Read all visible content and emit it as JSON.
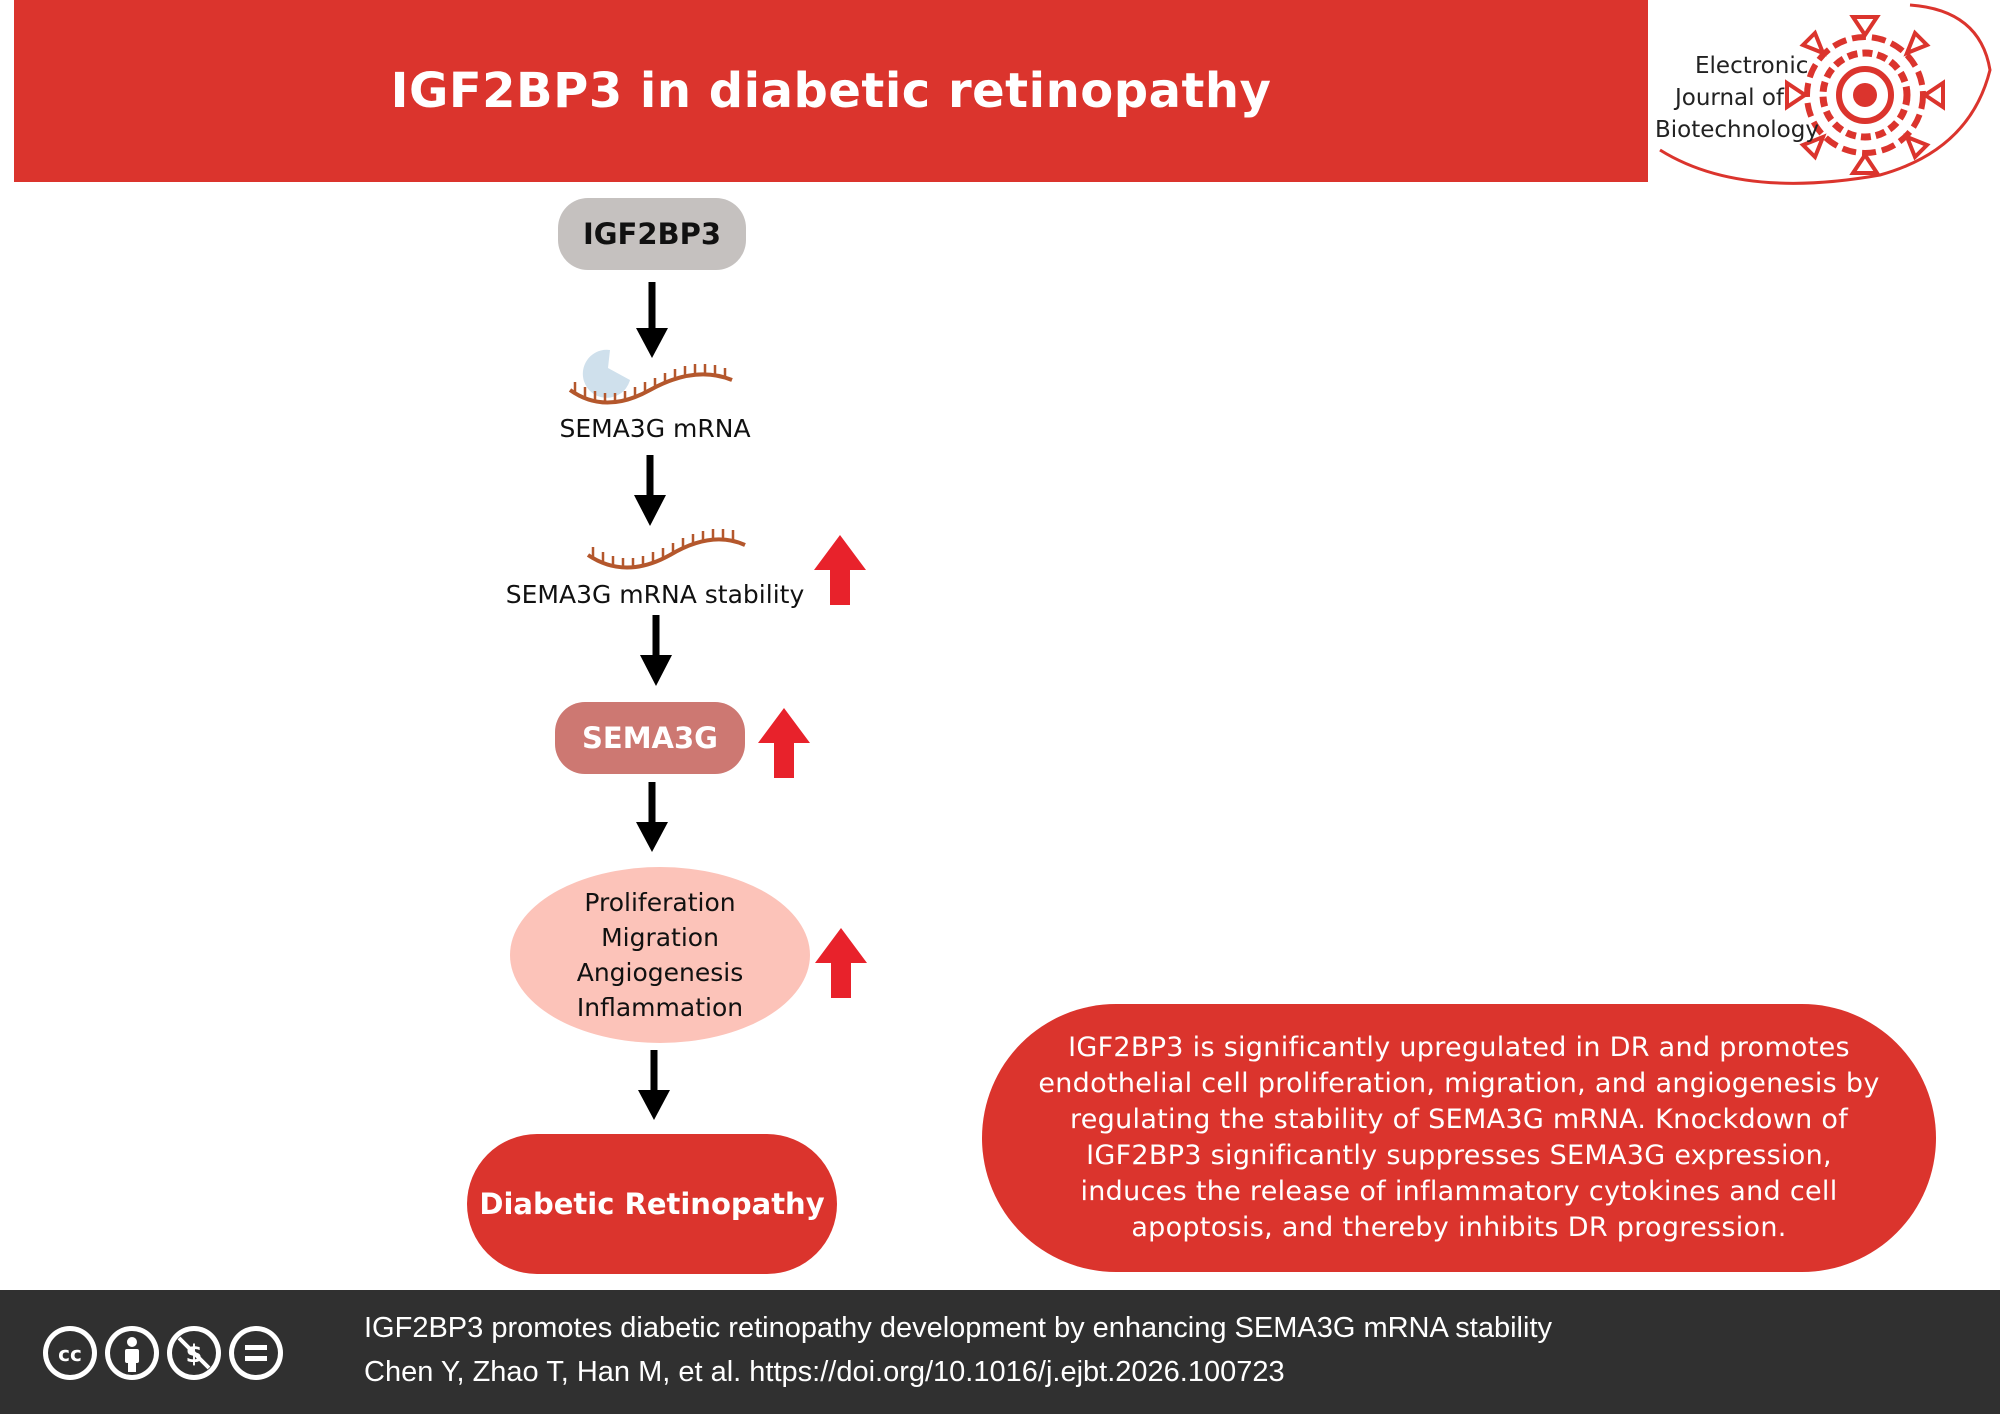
{
  "header": {
    "title": "IGF2BP3 in diabetic retinopathy",
    "logo": {
      "line1": "Electronic",
      "line2": "Journal of",
      "line3": "Biotechnology"
    }
  },
  "flow": {
    "igf2bp3": "IGF2BP3",
    "mrna_label": "SEMA3G mRNA",
    "stability_label": "SEMA3G mRNA stability",
    "sema3g": "SEMA3G",
    "effects": [
      "Proliferation",
      "Migration",
      "Angiogenesis",
      "Inflammation"
    ],
    "outcome": "Diabetic Retinopathy"
  },
  "summary": "IGF2BP3 is significantly upregulated in DR and promotes endothelial cell proliferation, migration, and angiogenesis by regulating the stability of SEMA3G mRNA. Knockdown of IGF2BP3 significantly suppresses SEMA3G expression, induces the release of inflammatory cytokines and cell apoptosis, and thereby inhibits DR progression.",
  "footer": {
    "citation_title": "IGF2BP3 promotes diabetic retinopathy development by enhancing SEMA3G mRNA stability",
    "citation_authors": "Chen Y, Zhao T, Han M, et al. https://doi.org/10.1016/j.ejbt.2026.100723",
    "license_icons": [
      "cc-icon",
      "by-icon",
      "nc-icon",
      "nd-icon"
    ]
  },
  "colors": {
    "brand_red": "#db342d",
    "igf2bp3_box": "#c5c1bf",
    "sema3g_box": "#cd7872",
    "effects_box": "#fcc3b9",
    "up_arrow": "#e8222b",
    "mrna_strand": "#b4572c",
    "ribosome": "#cfe0ec",
    "footer_bg": "#303030"
  }
}
